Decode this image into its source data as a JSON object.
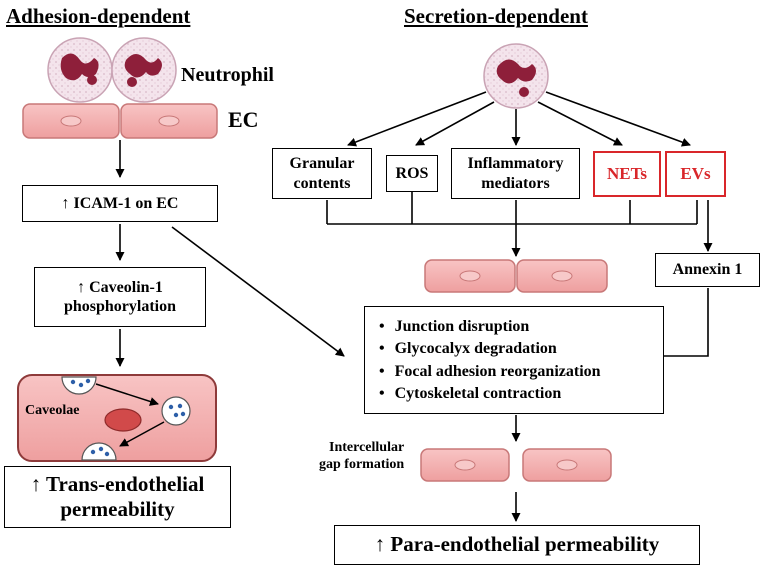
{
  "headings": {
    "left": "Adhesion-dependent",
    "right": "Secretion-dependent"
  },
  "labels": {
    "neutrophil": "Neutrophil",
    "ec": "EC",
    "caveolae": "Caveolae",
    "gap_formation": "Intercellular\ngap formation"
  },
  "boxes": {
    "icam": "↑ ICAM-1 on EC",
    "caveolin": "↑ Caveolin-1\nphosphorylation",
    "trans": "↑ Trans-endothelial\npermeability",
    "granular": "Granular\ncontents",
    "ros": "ROS",
    "inflammatory": "Inflammatory\nmediators",
    "nets": "NETs",
    "evs": "EVs",
    "annexin": "Annexin 1",
    "para": "↑ Para-endothelial permeability"
  },
  "effects": [
    "Junction disruption",
    "Glycocalyx degradation",
    "Focal adhesion reorganization",
    "Cytoskeletal contraction"
  ],
  "colors": {
    "cell_fill": "#f2b0b0",
    "cell_stroke": "#c87878",
    "nucleus": "#f7c9c9",
    "neutrophil_nucleus": "#8e1f3a",
    "highlight_red": "#d9262a",
    "vesicle_dot": "#2d5fa8"
  }
}
